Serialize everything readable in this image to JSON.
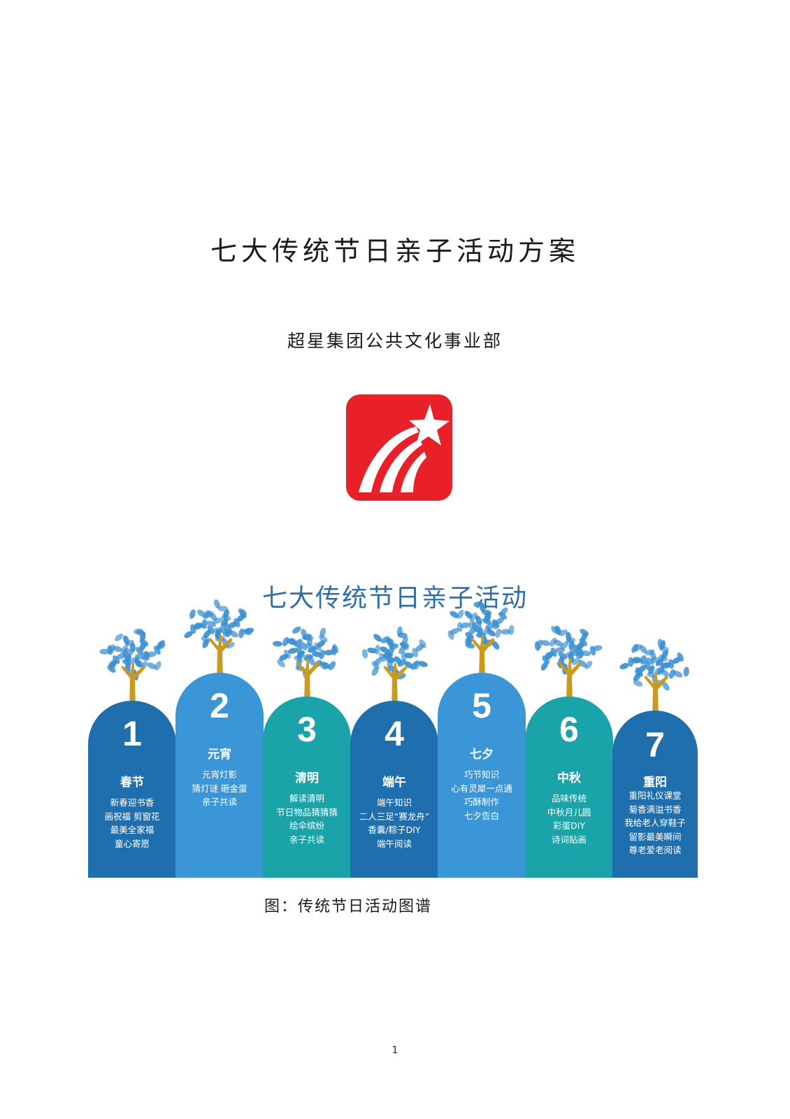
{
  "title": "七大传统节日亲子活动方案",
  "subtitle": "超星集团公共文化事业部",
  "logo": {
    "icon": "chaoxing-shooting-star-logo",
    "bg_color": "#e8202a",
    "fg_color": "#ffffff"
  },
  "banner_title": "七大传统节日亲子活动",
  "columns": [
    {
      "number": "1",
      "name": "春节",
      "color": "#1f6fae",
      "activities": [
        "新春迎书香",
        "画祝福 剪窗花",
        "最美全家福",
        "童心寄愿"
      ]
    },
    {
      "number": "2",
      "name": "元宵",
      "color": "#3a96d7",
      "activities": [
        "元宵灯影",
        "猜灯谜 砸金蛋",
        "亲子共读"
      ]
    },
    {
      "number": "3",
      "name": "清明",
      "color": "#1aa3a8",
      "activities": [
        "解读清明",
        "节日物品猜猜猜",
        "绘伞缤纷",
        "亲子共读"
      ]
    },
    {
      "number": "4",
      "name": "端午",
      "color": "#1f6fae",
      "activities": [
        "端午知识",
        "二人三足“赛龙舟”",
        "香囊/粽子DIY",
        "端午阅读"
      ]
    },
    {
      "number": "5",
      "name": "七夕",
      "color": "#3a96d7",
      "activities": [
        "巧节知识",
        "心有灵犀一点通",
        "巧酥制作",
        "七夕告白"
      ]
    },
    {
      "number": "6",
      "name": "中秋",
      "color": "#1aa3a8",
      "activities": [
        "品味传统",
        "中秋月儿圆",
        "彩蛋DIY",
        "诗词贴画"
      ]
    },
    {
      "number": "7",
      "name": "重阳",
      "color": "#1f6fae",
      "activities": [
        "重阳礼仪课堂",
        "菊香满溢书香",
        "我给老人穿鞋子",
        "留影最美瞬间",
        "尊老爱老阅读"
      ]
    }
  ],
  "tree_colors": {
    "leaf": "#3a8fd0",
    "trunk": "#c99a1e"
  },
  "caption": "图：传统节日活动图谱",
  "page_number": "1"
}
